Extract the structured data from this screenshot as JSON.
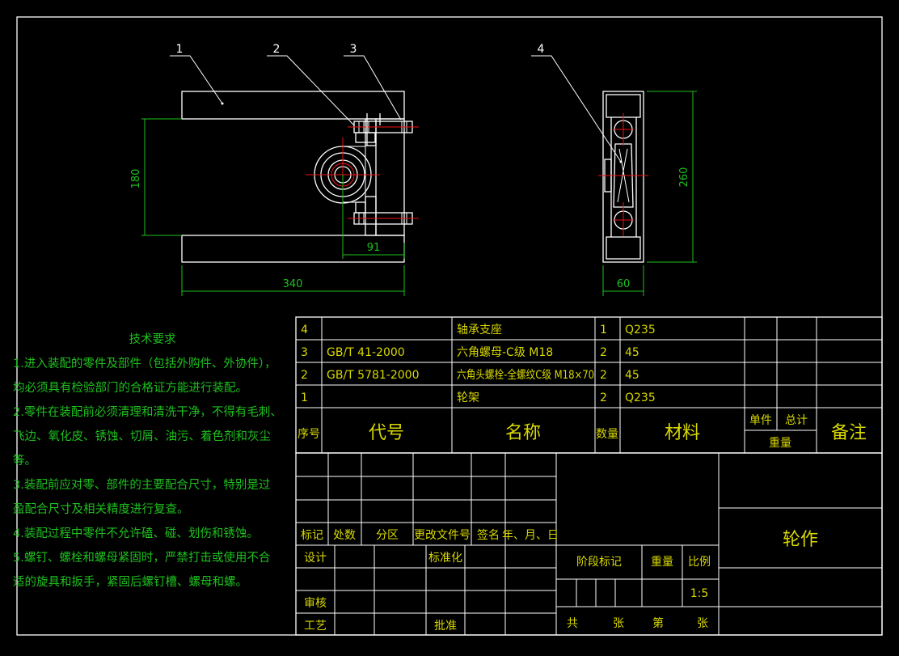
{
  "balloons": [
    "1",
    "2",
    "3",
    "4"
  ],
  "dimensions": {
    "height_front": "180",
    "width_front": "340",
    "offset_front": "91",
    "height_side": "260",
    "width_side": "60"
  },
  "tech_requirements": {
    "title": "技术要求",
    "lines": [
      "1.进入装配的零件及部件（包括外购件、外协件），",
      "均必须具有检验部门的合格证方能进行装配。",
      "2.零件在装配前必须清理和清洗干净，不得有毛刺、",
      "飞边、氧化皮、锈蚀、切屑、油污、着色剂和灰尘",
      "等。",
      "3.装配前应对零、部件的主要配合尺寸，特别是过",
      "盈配合尺寸及相关精度进行复查。",
      "4.装配过程中零件不允许磕、碰、划伤和锈蚀。",
      "5.螺钉、螺栓和螺母紧固时，严禁打击或使用不合",
      "适的旋具和扳手，紧固后螺钉槽、螺母和螺。"
    ]
  },
  "bom": {
    "rows": [
      {
        "no": "4",
        "code": "",
        "name": "轴承支座",
        "qty": "1",
        "material": "Q235"
      },
      {
        "no": "3",
        "code": "GB/T 41-2000",
        "name": "六角螺母-C级 M18",
        "qty": "2",
        "material": "45"
      },
      {
        "no": "2",
        "code": "GB/T 5781-2000",
        "name": "六角头螺栓-全螺纹C级 M18×70",
        "qty": "2",
        "material": "45"
      },
      {
        "no": "1",
        "code": "",
        "name": "轮架",
        "qty": "2",
        "material": "Q235"
      }
    ],
    "header": {
      "no": "序号",
      "code": "代号",
      "name": "名称",
      "qty": "数量",
      "material": "材料",
      "unit": "单件",
      "total": "总计",
      "weight": "重量",
      "remark": "备注"
    }
  },
  "title_block": {
    "rev_headers": [
      "标记",
      "处数",
      "分区",
      "更改文件号",
      "签名",
      "年、月、日"
    ],
    "design": "设计",
    "standard": "标准化",
    "stage": "阶段标记",
    "weight": "重量",
    "scale": "比例",
    "scale_value": "1:5",
    "review": "审核",
    "process": "工艺",
    "approve": "批准",
    "total": "共",
    "sheet": "张",
    "no": "第",
    "sheet2": "张",
    "title": "轮作"
  }
}
